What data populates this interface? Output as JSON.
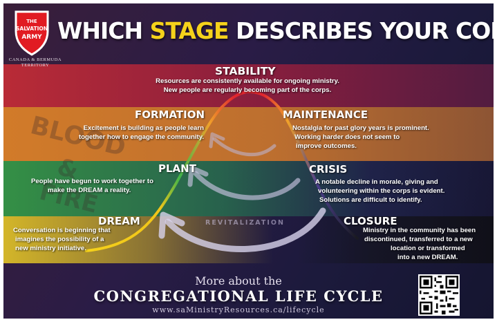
{
  "logo": {
    "name_line1": "THE",
    "name_line2": "SALVATION",
    "name_line3": "ARMY",
    "territory_line1": "CANADA & BERMUDA",
    "territory_line2": "TERRITORY"
  },
  "title": {
    "before": "WHICH ",
    "highlight": "STAGE",
    "after": " DESCRIBES YOUR CORPS?"
  },
  "background_text": {
    "word1": "BLOOD",
    "word2": "&",
    "word3": "FIRE"
  },
  "stages": {
    "stability": {
      "title": "STABILITY",
      "lines": [
        "Resources are consistently available for ongoing ministry.",
        "New people are regularly becoming part of the corps."
      ]
    },
    "formation": {
      "title": "FORMATION",
      "lines": [
        "Excitement is building as people learn",
        "together how to engage the community."
      ]
    },
    "maintenance": {
      "title": "MAINTENANCE",
      "lines": [
        "Nostalgia for past glory years is prominent.",
        "Working harder does not seem to",
        "improve outcomes."
      ]
    },
    "plant": {
      "title": "PLANT",
      "lines": [
        "People have begun to work together to",
        "make the DREAM a reality."
      ]
    },
    "crisis": {
      "title": "CRISIS",
      "lines": [
        "A notable decline in morale, giving and",
        "volunteering within the corps is evident.",
        "Solutions are difficult to identify."
      ]
    },
    "dream": {
      "title": "DREAM",
      "lines": [
        "Conversation is beginning that",
        "imagines the possibility of a",
        "new ministry initiative."
      ]
    },
    "closure": {
      "title": "CLOSURE",
      "lines": [
        "Ministry in the community has been",
        "discontinued, transferred to a new",
        "location or transformed",
        "into a new DREAM."
      ]
    }
  },
  "revitalization_label": "REVITALIZATION",
  "footer": {
    "more": "More about the",
    "headline": "CONGREGATIONAL LIFE CYCLE",
    "url": "www.saMinistryResources.ca/lifecycle"
  },
  "colors": {
    "stability": "#c42c36",
    "formation": "#da8028",
    "plant": "#349646",
    "dream": "#dcbe28",
    "highlight": "#f5d21b",
    "closure": "#141418"
  }
}
